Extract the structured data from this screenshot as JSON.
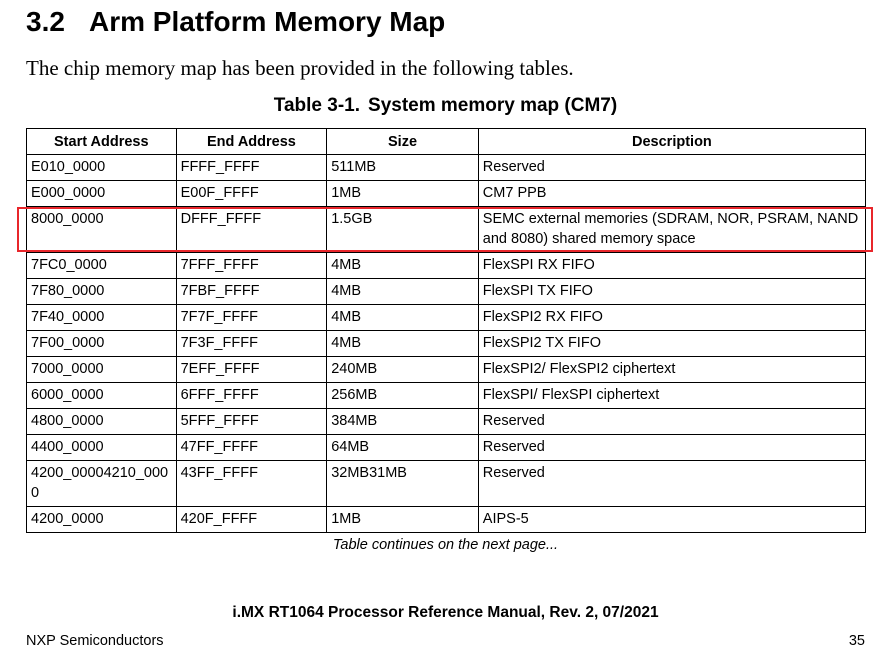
{
  "section": {
    "number": "3.2",
    "title": "Arm Platform Memory Map"
  },
  "intro": "The chip memory map has been provided in the following tables.",
  "table": {
    "caption_number": "Table 3-1.",
    "caption_title": "System memory map (CM7)",
    "headers": [
      "Start Address",
      "End Address",
      "Size",
      "Description"
    ],
    "rows": [
      [
        "E010_0000",
        "FFFF_FFFF",
        "511MB",
        "Reserved"
      ],
      [
        "E000_0000",
        "E00F_FFFF",
        "1MB",
        "CM7 PPB"
      ],
      [
        "8000_0000",
        "DFFF_FFFF",
        "1.5GB",
        "SEMC external memories (SDRAM, NOR, PSRAM, NAND and 8080) shared memory space"
      ],
      [
        "7FC0_0000",
        "7FFF_FFFF",
        "4MB",
        "FlexSPI RX FIFO"
      ],
      [
        "7F80_0000",
        "7FBF_FFFF",
        "4MB",
        "FlexSPI TX FIFO"
      ],
      [
        "7F40_0000",
        "7F7F_FFFF",
        "4MB",
        "FlexSPI2 RX FIFO"
      ],
      [
        "7F00_0000",
        "7F3F_FFFF",
        "4MB",
        "FlexSPI2 TX FIFO"
      ],
      [
        "7000_0000",
        "7EFF_FFFF",
        "240MB",
        "FlexSPI2/ FlexSPI2 ciphertext"
      ],
      [
        "6000_0000",
        "6FFF_FFFF",
        "256MB",
        "FlexSPI/ FlexSPI ciphertext"
      ],
      [
        "4800_0000",
        "5FFF_FFFF",
        "384MB",
        "Reserved"
      ],
      [
        "4400_0000",
        "47FF_FFFF",
        "64MB",
        "Reserved"
      ],
      [
        "4200_00004210_0000",
        "43FF_FFFF",
        "32MB31MB",
        "Reserved"
      ],
      [
        "4200_0000",
        "420F_FFFF",
        "1MB",
        "AIPS-5"
      ]
    ],
    "highlighted_row_index": 2,
    "highlight_color": "#e8262b"
  },
  "continues_note": "Table continues on the next page...",
  "footer": {
    "title": "i.MX RT1064 Processor Reference Manual, Rev. 2, 07/2021",
    "company": "NXP Semiconductors",
    "page_number": "35"
  }
}
